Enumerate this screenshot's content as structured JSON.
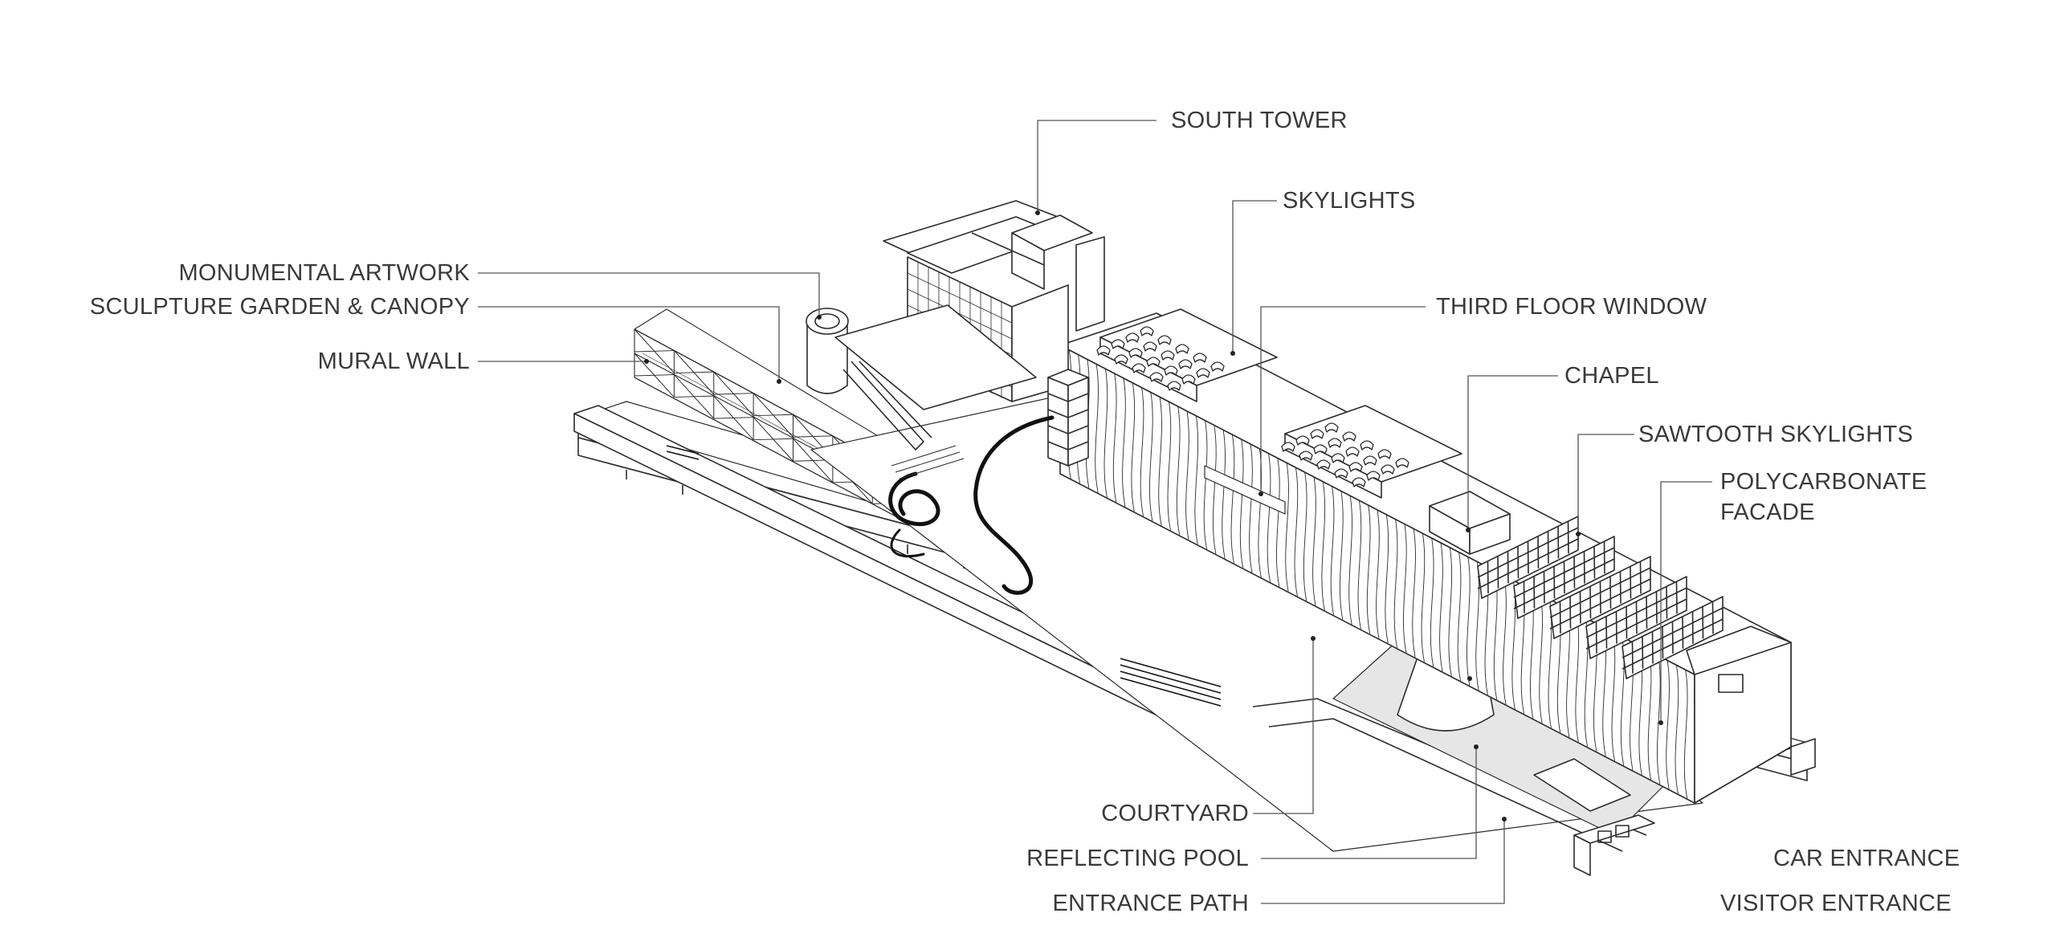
{
  "diagram": {
    "labels": {
      "south_tower": "SOUTH TOWER",
      "skylights": "SKYLIGHTS",
      "monumental_artwork": "MONUMENTAL ARTWORK",
      "sculpture_garden": "SCULPTURE GARDEN & CANOPY",
      "mural_wall": "MURAL WALL",
      "third_floor_window": "THIRD FLOOR WINDOW",
      "chapel": "CHAPEL",
      "sawtooth_skylights": "SAWTOOTH SKYLIGHTS",
      "polycarbonate_1": "POLYCARBONATE",
      "polycarbonate_2": "FACADE",
      "courtyard": "COURTYARD",
      "reflecting_pool": "REFLECTING POOL",
      "entrance_path": "ENTRANCE PATH",
      "car_entrance": "CAR ENTRANCE",
      "visitor_entrance": "VISITOR ENTRANCE"
    },
    "colors": {
      "line": "#2b2b2b",
      "leader": "#555555",
      "text": "#3a3a3a",
      "pool": "#e6e6e6",
      "background": "#ffffff"
    }
  }
}
